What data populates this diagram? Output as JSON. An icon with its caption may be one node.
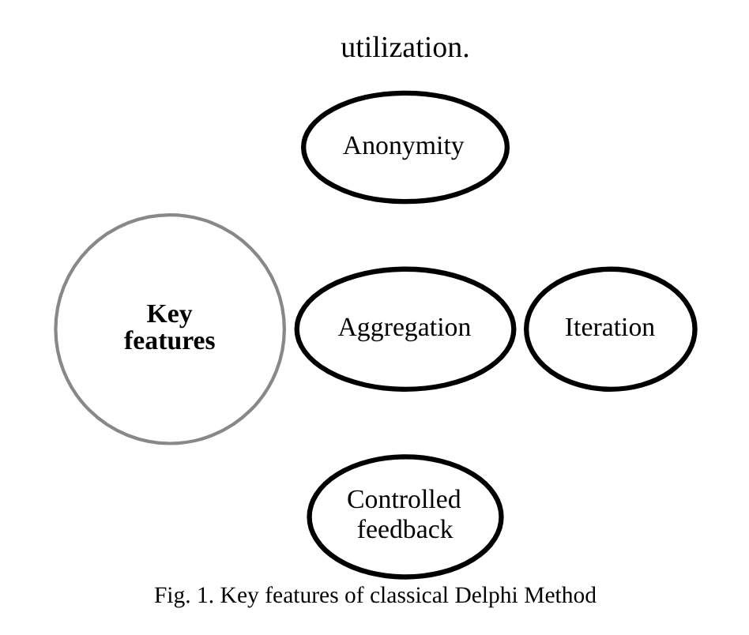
{
  "diagram": {
    "caption": "Fig. 1. Key features of classical Delphi Method",
    "nodes": [
      {
        "text": [
          "Key features"
        ]
      },
      {
        "text": [
          "Anonymity"
        ]
      },
      {
        "text": [
          "Aggregation"
        ]
      },
      {
        "text": [
          "Iteration"
        ]
      },
      {
        "text": [
          "Controlled feedback"
        ]
      }
    ],
    "edges": [],
    "labels": [
      "utilization."
    ]
  }
}
